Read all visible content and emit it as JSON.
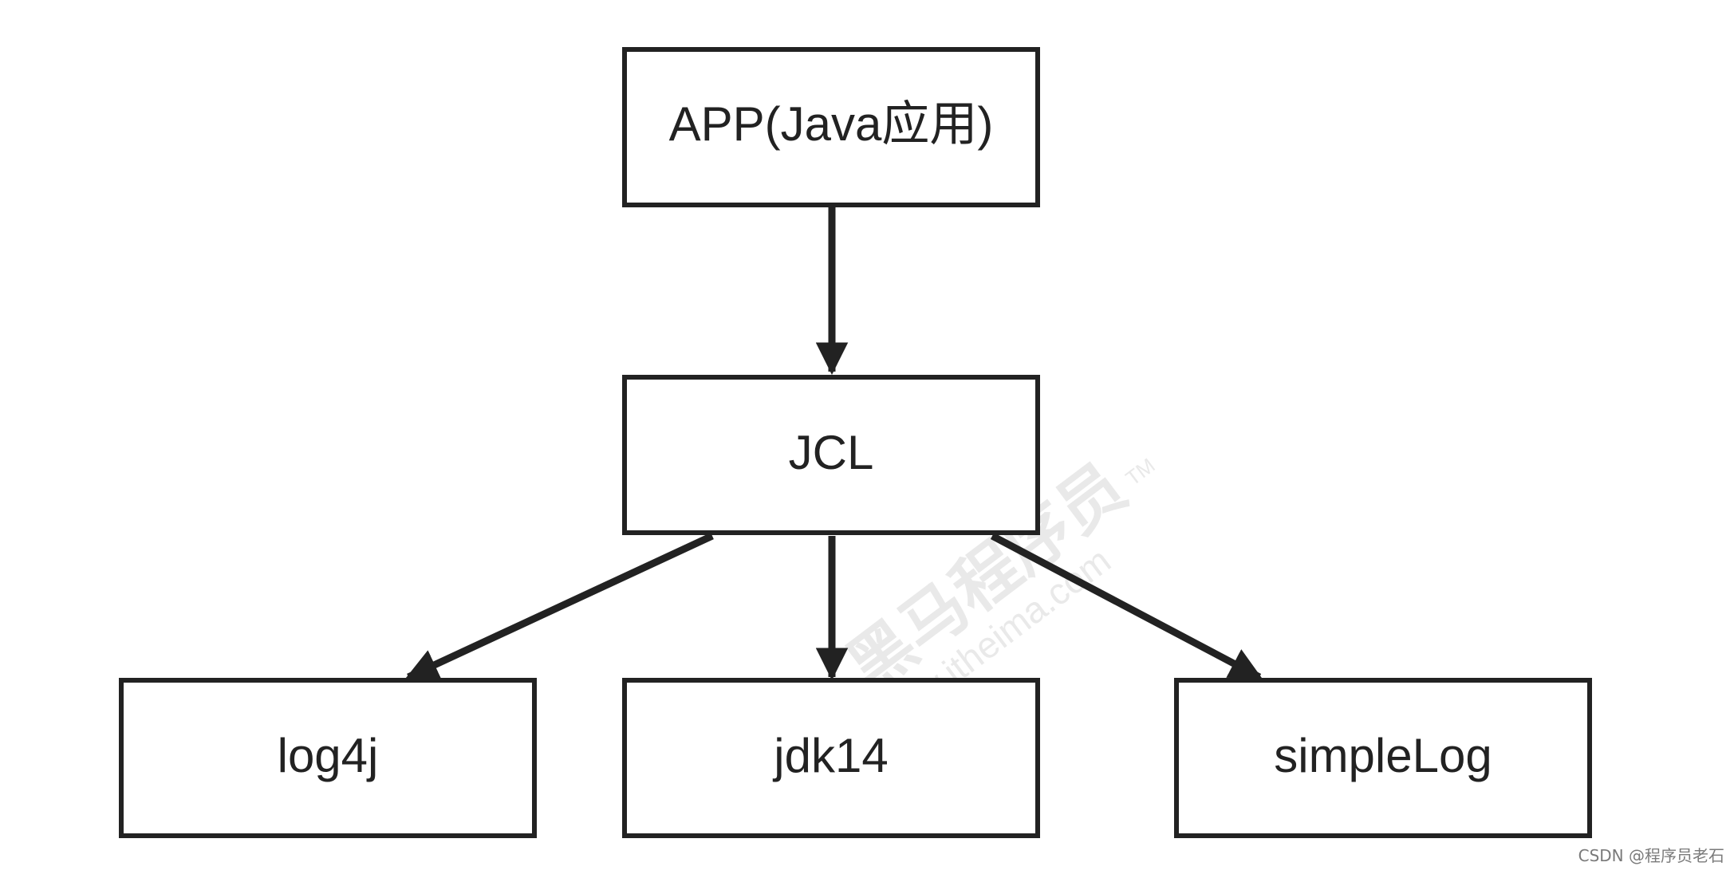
{
  "diagram": {
    "nodes": {
      "app": "APP(Java应用)",
      "jcl": "JCL",
      "log4j": "log4j",
      "jdk14": "jdk14",
      "simplelog": "simpleLog"
    },
    "edges": [
      {
        "from": "app",
        "to": "jcl"
      },
      {
        "from": "jcl",
        "to": "log4j"
      },
      {
        "from": "jcl",
        "to": "jdk14"
      },
      {
        "from": "jcl",
        "to": "simplelog"
      }
    ],
    "colors": {
      "stroke": "#222222",
      "fill": "#ffffff",
      "text": "#222222",
      "watermark": "#e9e9e9"
    }
  },
  "watermark": {
    "brand": "黑马程序员",
    "trademark": "TM",
    "url": "www.itheima.com"
  },
  "credit": "CSDN @程序员老石"
}
